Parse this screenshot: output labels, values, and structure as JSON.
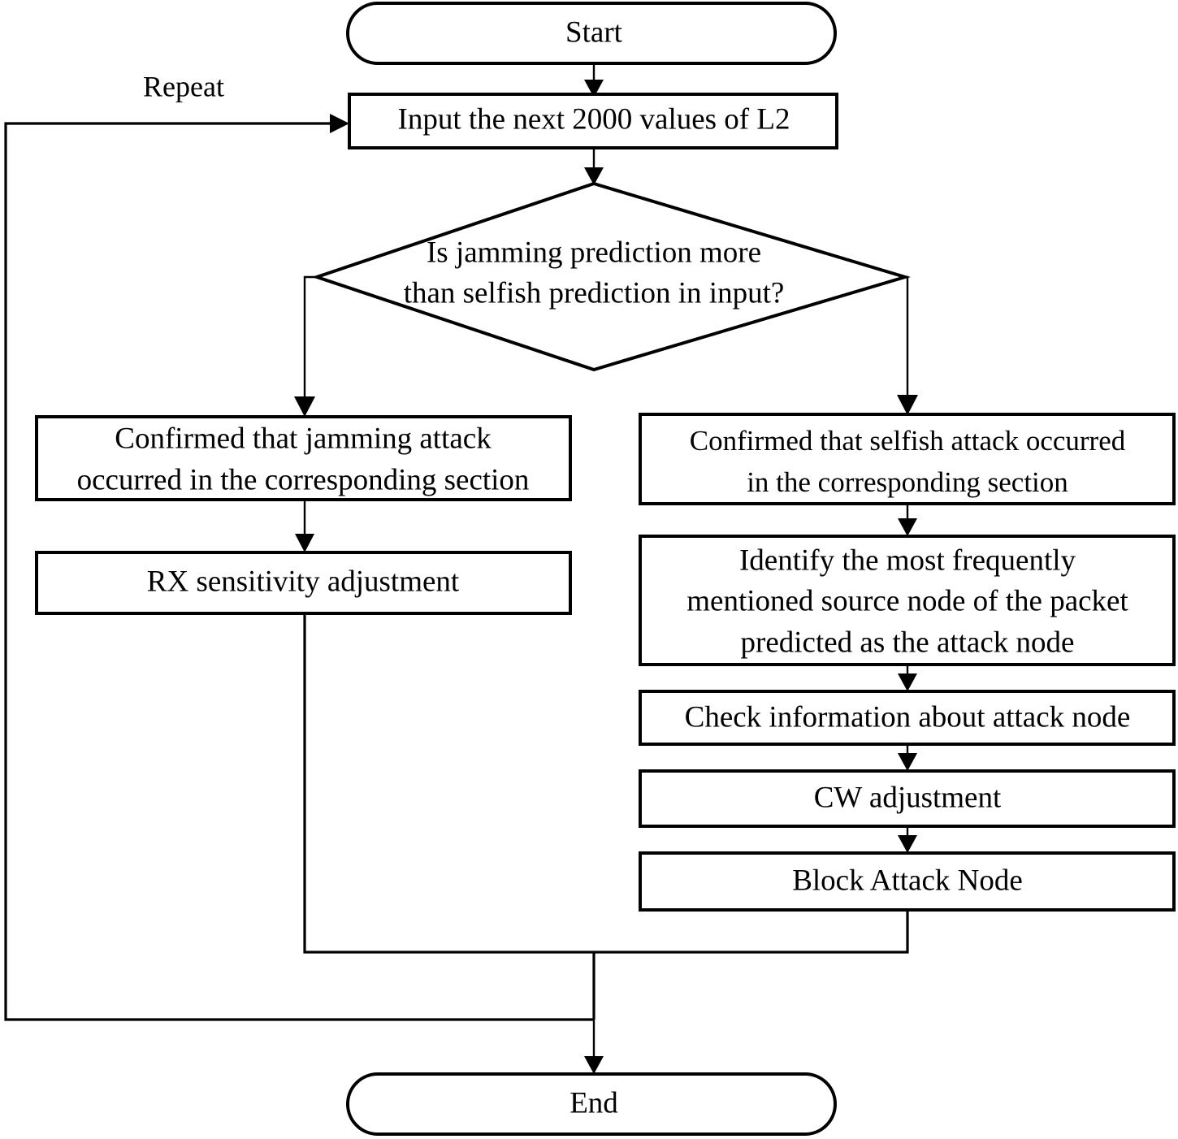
{
  "diagram": {
    "title_text": "",
    "type": "flowchart",
    "background_color": "#ffffff",
    "line_color": "#000000",
    "text_color": "#000000"
  },
  "nodes": {
    "start": {
      "label": "Start",
      "shape": "terminal"
    },
    "input": {
      "label": "Input the next 2000 values of L2",
      "shape": "process"
    },
    "decision": {
      "shape": "decision",
      "line1": "Is jamming  prediction  more",
      "line2": "than selfish prediction in input?"
    },
    "jam_confirm": {
      "shape": "process",
      "line1": "Confirmed that jamming  attack",
      "line2": "occurred  in the corresponding  section"
    },
    "rx_adjust": {
      "label": "RX sensitivity adjustment",
      "shape": "process"
    },
    "selfish_confirm": {
      "shape": "process",
      "line1": "Confirmed  that selfish attack occurred",
      "line2": "in the corresponding  section"
    },
    "identify_node": {
      "shape": "process",
      "line1": "Identify the most frequently",
      "line2": "mentioned source node of the packet",
      "line3": "predicted as the attack node"
    },
    "check_info": {
      "label": "Check information  about attack node",
      "shape": "process"
    },
    "cw_adjust": {
      "label": "CW adjustment",
      "shape": "process"
    },
    "block_node": {
      "label": "Block Attack  Node",
      "shape": "process"
    },
    "end": {
      "label": "End",
      "shape": "terminal"
    }
  },
  "edges": {
    "repeat_label": "Repeat"
  }
}
